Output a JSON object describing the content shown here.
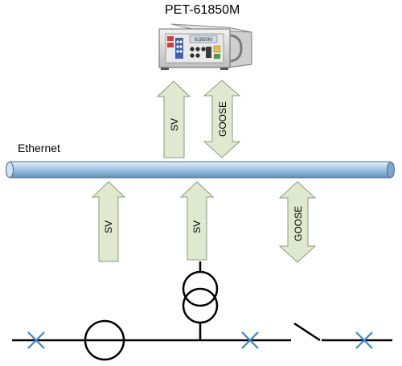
{
  "device": {
    "name": "PET-61850M",
    "screen_text": "61850M"
  },
  "network": {
    "label": "Ethernet"
  },
  "arrows": {
    "upper_sv": "SV",
    "upper_goose": "GOOSE",
    "lower_sv_1": "SV",
    "lower_sv_2": "SV",
    "lower_goose": "GOOSE"
  },
  "colors": {
    "arrow_fill": "#dfe9cf",
    "arrow_stroke": "#8d9a78",
    "bus_fill": "#a9c8e4",
    "breaker": "#3f86c4"
  }
}
